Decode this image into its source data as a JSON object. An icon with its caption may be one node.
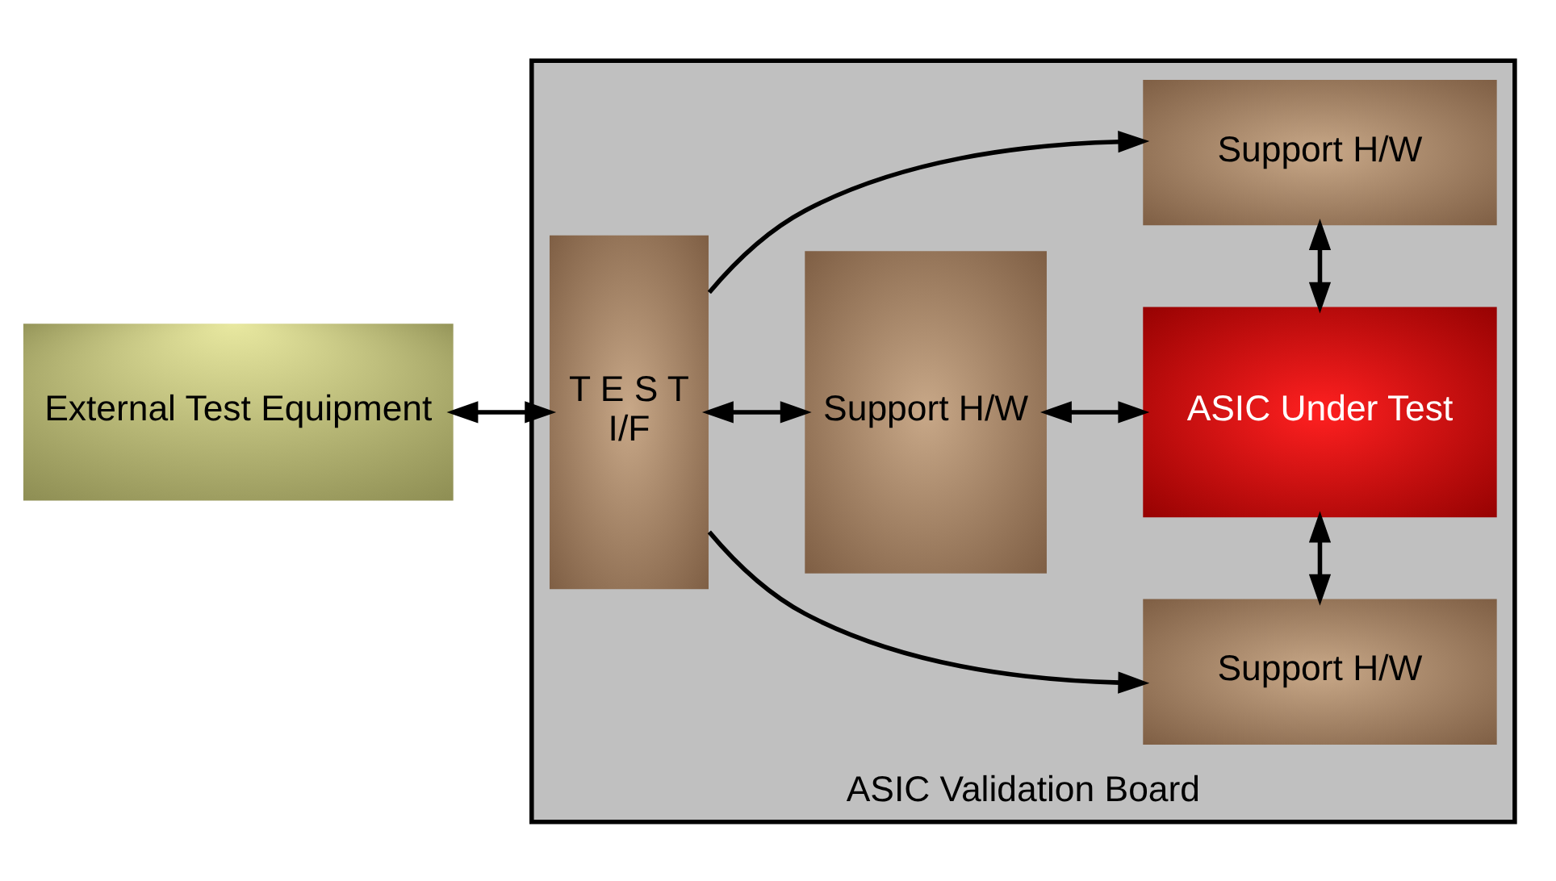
{
  "diagram": {
    "nodes": [
      {
        "text": [
          "ASIC Validation Board"
        ]
      },
      {
        "text": [
          "External Test Equipment"
        ]
      },
      {
        "text": [
          "T E S T",
          "I/F"
        ],
        "in": 0
      },
      {
        "text": [
          "Support H/W"
        ],
        "in": 0
      },
      {
        "text": [
          "Support H/W"
        ],
        "in": 0
      },
      {
        "text": [
          "ASIC Under Test"
        ],
        "in": 0
      },
      {
        "text": [
          "Support H/W"
        ],
        "in": 0
      }
    ],
    "edges": [
      {
        "from": 1,
        "to": 2,
        "arrow": "both"
      },
      {
        "from": 2,
        "to": 3,
        "arrow": "to"
      },
      {
        "from": 2,
        "to": 4,
        "arrow": "both"
      },
      {
        "from": 2,
        "to": 6,
        "arrow": "to"
      },
      {
        "from": 4,
        "to": 5,
        "arrow": "both"
      },
      {
        "from": 3,
        "to": 5,
        "arrow": "both"
      },
      {
        "from": 5,
        "to": 6,
        "arrow": "both"
      }
    ]
  }
}
